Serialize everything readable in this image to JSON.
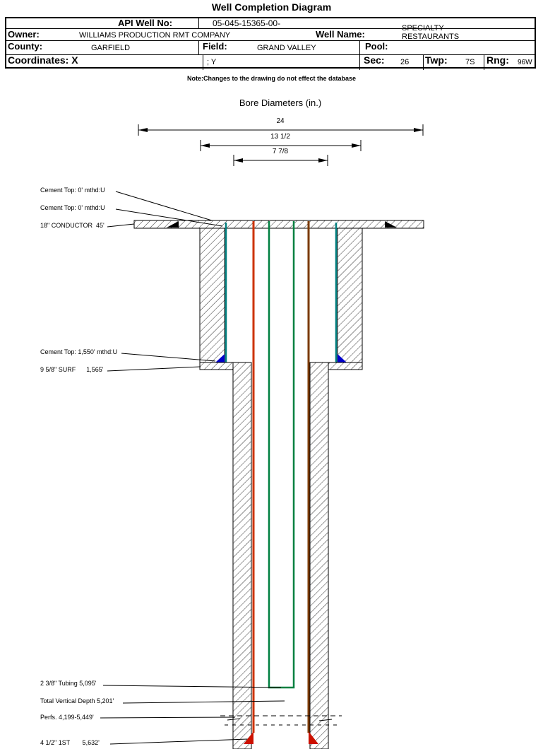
{
  "title": "Well Completion Diagram",
  "note": "Note:Changes to the drawing do not effect the database",
  "header": {
    "api": {
      "label": "API Well No:",
      "value": "05-045-15365-00-"
    },
    "owner": {
      "label": "Owner:",
      "value": "WILLIAMS PRODUCTION RMT COMPANY"
    },
    "well_name": {
      "label": "Well Name:",
      "line1": "SPECIALTY",
      "line2": "RESTAURANTS"
    },
    "county": {
      "label": "County:",
      "value": "GARFIELD"
    },
    "field": {
      "label": "Field:",
      "value": "GRAND VALLEY"
    },
    "pool": {
      "label": "Pool:",
      "value": ""
    },
    "coordinates": {
      "label": "Coordinates: X",
      "value": "; Y"
    },
    "sec": {
      "label": "Sec:",
      "value": "26"
    },
    "twp": {
      "label": "Twp:",
      "value": "7S"
    },
    "rng": {
      "label": "Rng:",
      "value": "96W"
    }
  },
  "bore": {
    "title": "Bore Diameters (in.)",
    "dims": [
      {
        "label": "24"
      },
      {
        "label": "13 1/2"
      },
      {
        "label": "7 7/8"
      }
    ]
  },
  "annotations": {
    "cement_top_0_a": "Cement Top: 0' mthd:U",
    "cement_top_0_b": "Cement Top: 0' mthd:U",
    "conductor": "18\" CONDUCTOR  45'",
    "cement_top_1550": "Cement Top: 1,550' mthd:U",
    "surface_casing": "9 5/8\" SURF      1,565'",
    "tubing": "2 3/8\" Tubing 5,095'",
    "tvd": "Total Vertical Depth 5,201'",
    "perfs": "Perfs. 4,199-5,449'",
    "production_casing": "4 1/2\" 1ST       5,632'"
  },
  "colors": {
    "surface_casing_teal": "#007f7f",
    "casing_red": "#cc3300",
    "casing_brown": "#7b3a00",
    "tubing_green": "#008040",
    "cement_marker_blue": "#0000cc",
    "shoe_red": "#cc1100"
  }
}
